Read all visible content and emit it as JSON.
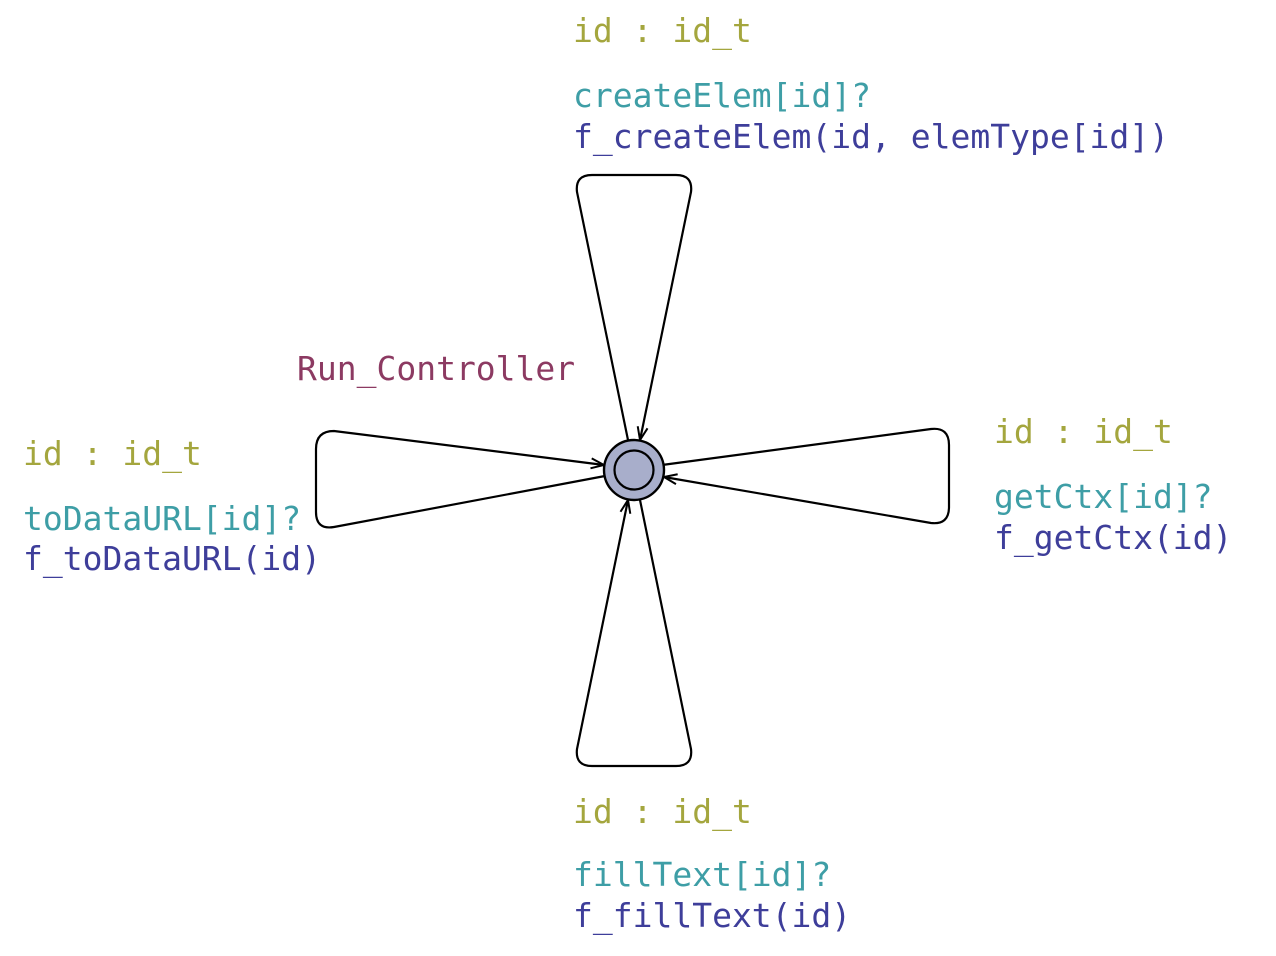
{
  "automaton": {
    "location": {
      "name": "Run_Controller",
      "initial": true
    },
    "self_loops": [
      {
        "position": "top",
        "select": "id : id_t",
        "sync": "createElem[id]?",
        "update": "f_createElem(id, elemType[id])"
      },
      {
        "position": "right",
        "select": "id : id_t",
        "sync": "getCtx[id]?",
        "update": "f_getCtx(id)"
      },
      {
        "position": "bottom",
        "select": "id : id_t",
        "sync": "fillText[id]?",
        "update": "f_fillText(id)"
      },
      {
        "position": "left",
        "select": "id : id_t",
        "sync": "toDataURL[id]?",
        "update": "f_toDataURL(id)"
      }
    ]
  },
  "colors": {
    "location_name": "#8c3a62",
    "select": "#a4a63e",
    "sync": "#3e9ea6",
    "update": "#3e3e9a",
    "location_fill": "#a8aecb",
    "edge": "#000000"
  }
}
